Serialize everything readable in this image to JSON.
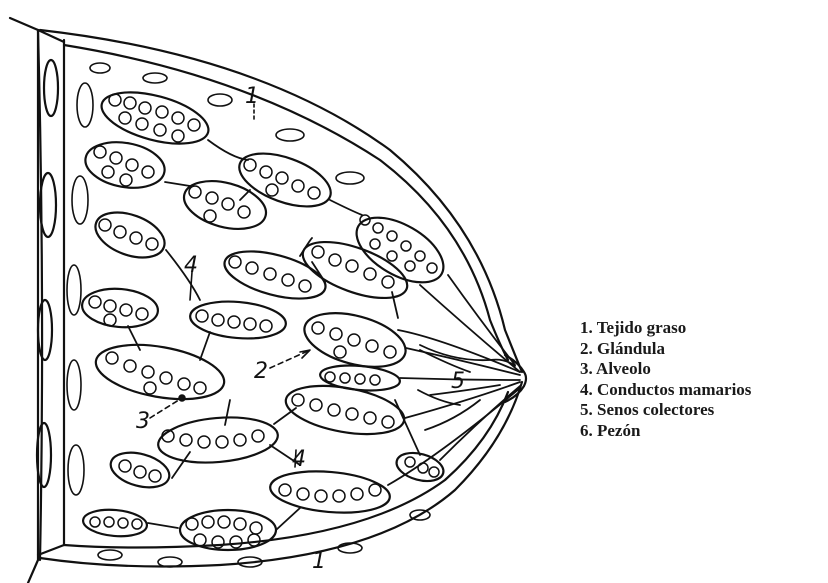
{
  "diagram": {
    "callout_numbers": {
      "n1_top": "1",
      "n1_bottom": "1",
      "n2": "2",
      "n3": "3",
      "n4_upper": "4",
      "n4_lower": "4",
      "n5": "5"
    },
    "legend": [
      "1. Tejido graso",
      "2. Glándula",
      "3. Alveolo",
      "4. Conductos mamarios",
      "5. Senos colectores",
      "6. Pezón"
    ]
  }
}
